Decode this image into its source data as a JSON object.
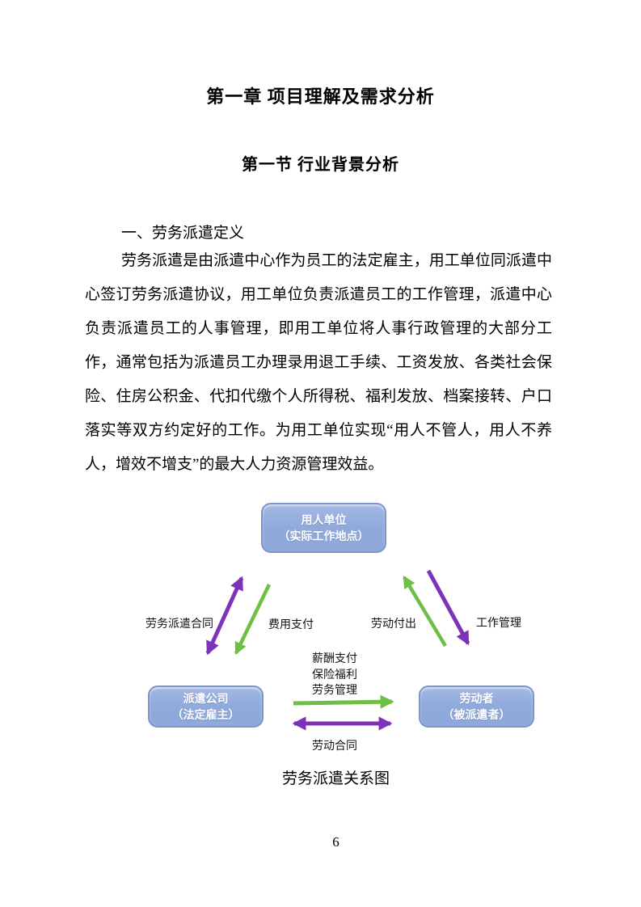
{
  "page": {
    "chapter_title": "第一章 项目理解及需求分析",
    "section_title": "第一节 行业背景分析",
    "subheading": "一、劳务派遣定义",
    "body_paragraph": "劳务派遣是由派遣中心作为员工的法定雇主，用工单位同派遣中心签订劳务派遣协议，用工单位负责派遣员工的工作管理，派遣中心负责派遣员工的人事管理，即用工单位将人事行政管理的大部分工作，通常包括为派遣员工办理录用退工手续、工资发放、各类社会保险、住房公积金、代扣代缴个人所得税、福利发放、档案接转、户口落实等双方约定好的工作。为用工单位实现“用人不管人，用人不养人，增效不增支”的最大人力资源管理效益。",
    "page_number": "6"
  },
  "diagram": {
    "caption": "劳务派遣关系图",
    "nodes": {
      "employer": {
        "line1": "用人单位",
        "line2": "（实际工作地点）"
      },
      "dispatch_company": {
        "line1": "派遣公司",
        "line2": "（法定雇主）"
      },
      "worker": {
        "line1": "劳动者",
        "line2": "（被派遣者）"
      }
    },
    "edges": {
      "dispatch_contract": "劳务派遣合同",
      "fee_payment": "费用支付",
      "labor_output": "劳动付出",
      "work_management": "工作管理",
      "salary_payment": "薪酬支付",
      "insurance_welfare": "保险福利",
      "labor_management": "劳务管理",
      "labor_contract": "劳动合同"
    },
    "colors": {
      "node_fill": "#8fa9db",
      "node_border": "#7b95c9",
      "arrow_purple": "#7d33b8",
      "arrow_green": "#6dbf45"
    }
  }
}
